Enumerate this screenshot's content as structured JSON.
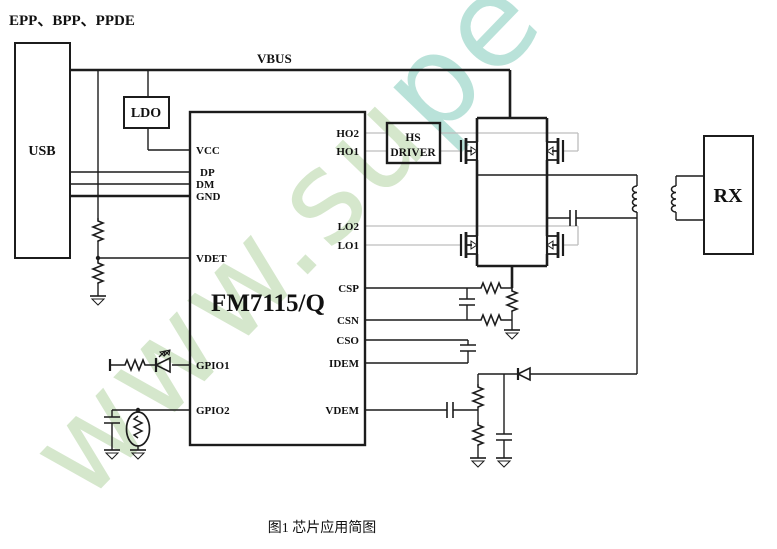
{
  "header": {
    "modes_label": "EPP、BPP、PPDE"
  },
  "labels": {
    "vbus": "VBUS",
    "caption": "图1 芯片应用简图"
  },
  "watermark": {
    "part1": "www.su",
    "part2": "pe",
    "color_green": "rgba(171,208,153,0.50)",
    "color_teal": "rgba(128,203,186,0.55)"
  },
  "blocks": {
    "usb": "USB",
    "ldo": "LDO",
    "chip": "FM7115/Q",
    "hs_driver_line1": "HS",
    "hs_driver_line2": "DRIVER",
    "rx": "RX"
  },
  "chip_pins": {
    "left": [
      "VCC",
      "DP",
      "DM",
      "GND",
      "VDET",
      "GPIO1",
      "GPIO2"
    ],
    "right": [
      "HO2",
      "HO1",
      "LO2",
      "LO1",
      "CSP",
      "CSN",
      "CSO",
      "IDEM",
      "VDEM"
    ]
  },
  "colors": {
    "line": "#1c1c1c",
    "signal_route_gray": "#bdbdbd",
    "background": "#ffffff"
  }
}
